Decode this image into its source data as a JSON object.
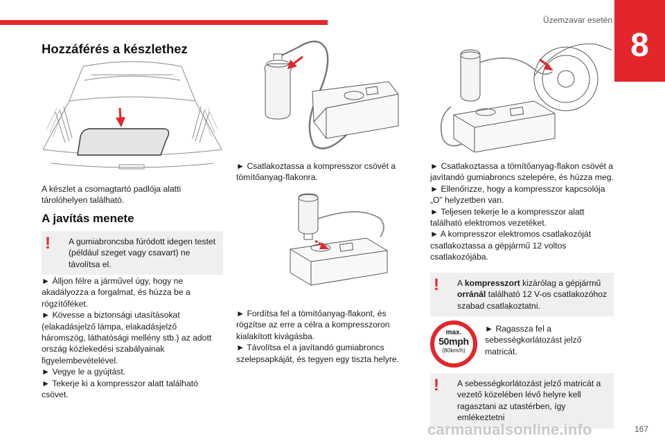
{
  "header": {
    "section_label": "Üzemzavar esetén",
    "chapter_number": "8",
    "accent_color": "#e3262b"
  },
  "col1": {
    "title": "Hozzáférés a készlethez",
    "figure_caption": "A készlet a csomagtartó padlója alatti tárolóhelyen található.",
    "subtitle": "A javítás menete",
    "warning": {
      "icon": "exclamation-icon",
      "text": "A gumiabroncsba fúródott idegen testet (például szeget vagy csavart) ne távolítsa el."
    },
    "steps": [
      "► Álljon félre a járművel úgy, hogy ne akadályozza a forgalmat, és húzza be a rögzítőféket.",
      "► Kövesse a biztonsági utasításokat (elakadásjelző lámpa, elakadásjelző háromszög, láthatósági mellény stb.) az adott ország közlekedési szabályainak figyelembevételével.",
      "► Vegye le a gyújtást.",
      "► Tekerje ki a kompresszor alatt található csövet."
    ]
  },
  "col2": {
    "step_connect_hose": "► Csatlakoztassa a kompresszor csövét a tömítőanyag-flakonra.",
    "steps_bottom": [
      "► Fordítsa fel a tömítőanyag-flakont, és rögzítse az erre a célra a kompresszoron kialakított kivágásba.",
      "► Távolítsa el a javítandó gumiabroncs szelepsapkáját, és tegyen egy tiszta helyre."
    ]
  },
  "col3": {
    "steps": [
      "► Csatlakoztassa a tömítőanyag-flakon csövét a javítandó gumiabroncs szelepére, és húzza meg.",
      "► Ellenőrizze, hogy a kompresszor kapcsolója „O” helyzetben van.",
      "► Teljesen tekerje le a kompresszor alatt található elektromos vezetéket.",
      "► A kompresszor elektromos csatlakozóját csatlakoztassa a gépjármű 12 voltos csatlakozójába."
    ],
    "warning1": {
      "icon": "exclamation-icon",
      "pre": "A ",
      "bold1": "kompresszort",
      "mid": " kizárólag a gépjármű ",
      "bold2": "orránál",
      "post": " található 12 V-os csatlakozóhoz szabad csatlakoztatni."
    },
    "speed_label": {
      "max": "max.",
      "value": "50mph",
      "sub": "(80km/h)"
    },
    "sticker_step": "► Ragassza fel a sebességkorlátozást jelző matricát.",
    "warning2": {
      "icon": "exclamation-icon",
      "text": "A sebességkorlátozást jelző matricát a vezető közelében lévő helyre kell ragasztani az utastérben, így emlékeztetni"
    }
  },
  "footer": {
    "page_number": "167",
    "watermark": "carmanualsonline.info"
  }
}
